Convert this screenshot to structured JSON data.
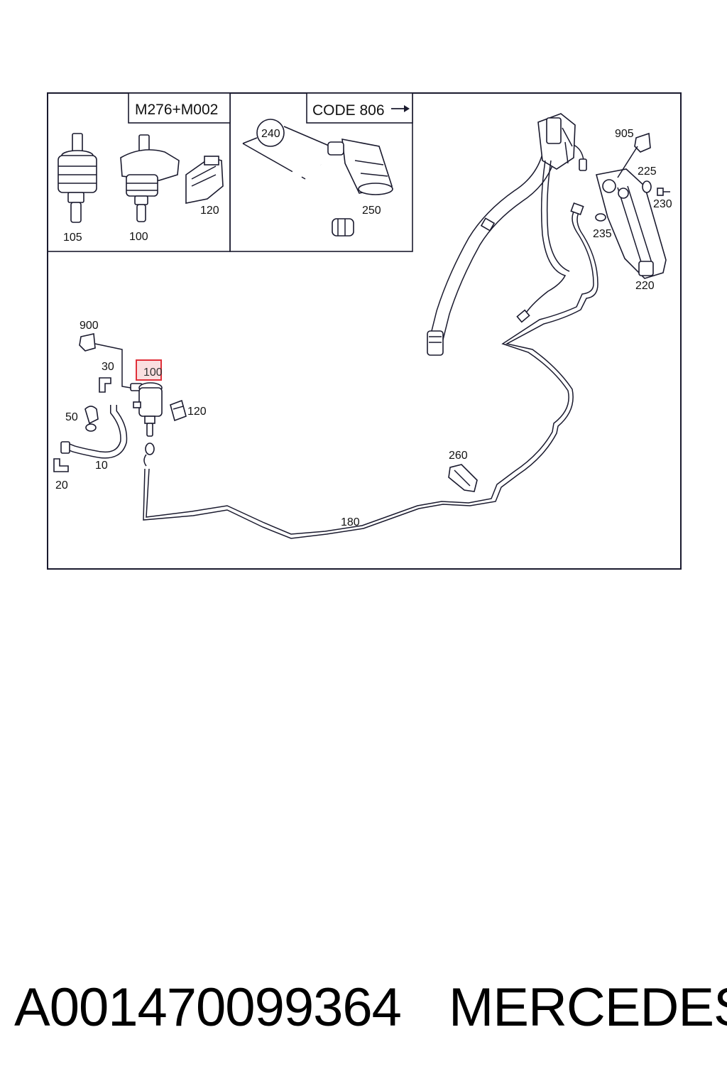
{
  "diagram": {
    "inset_left_title": "M276+M002",
    "inset_right_title": "CODE 806",
    "inset_right_arrow_icon": "right-arrow-icon",
    "labels": {
      "p105": "105",
      "p100_inset": "100",
      "p120_inset": "120",
      "p240": "240",
      "p250": "250",
      "p905": "905",
      "p225": "225",
      "p230": "230",
      "p235": "235",
      "p220": "220",
      "p900": "900",
      "p30": "30",
      "p100_highlight": "100",
      "p120": "120",
      "p50": "50",
      "p10": "10",
      "p20": "20",
      "p260": "260",
      "p180": "180"
    },
    "highlight_color": "#e0303a",
    "highlight_fill": "#f6c9cc"
  },
  "caption": {
    "part_number": "A001470099364",
    "brand": "MERCEDES"
  }
}
